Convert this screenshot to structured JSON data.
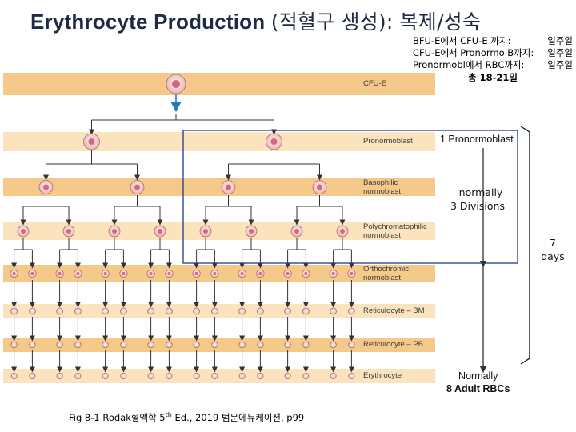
{
  "title": {
    "english": "Erythrocyte Production",
    "korean": "(적혈구 생성): 복제/성숙"
  },
  "notes": {
    "rows": [
      {
        "label": "BFU-E에서 CFU-E 까지:",
        "value": "일주일"
      },
      {
        "label": "CFU-E에서 Pronormo B까지:",
        "value": "일주일"
      },
      {
        "label": "Pronormobl에서 RBC까지:",
        "value": "일주일"
      }
    ],
    "total": "총 18-21일"
  },
  "stages": [
    {
      "label": "CFU-E"
    },
    {
      "label": "Pronormoblast"
    },
    {
      "label": "Basophilic normoblast"
    },
    {
      "label": "Polychromatophilic normoblast"
    },
    {
      "label": "Orthochromic normoblast"
    },
    {
      "label": "Reticulocyte – BM"
    },
    {
      "label": "Reticulocyte – PB"
    },
    {
      "label": "Erythrocyte"
    }
  ],
  "annotations": {
    "pronormoblast_count": "1 Pronormoblast",
    "divisions_line1": "normally",
    "divisions_line2": "3 Divisions",
    "days_line1": "7",
    "days_line2": "days",
    "result_line1": "Normally",
    "result_line2": "8 Adult RBCs"
  },
  "caption": {
    "prefix": "Fig 8-1 Rodak혈액학 5",
    "sup": "th",
    "suffix": " Ed., 2019 범문에듀케이션, p99"
  },
  "colors": {
    "title": "#1f2a44",
    "band": "#f5c98a",
    "band_light": "#fbe3bd",
    "tree_line": "#333333",
    "arrow_blue": "#1b7fc2",
    "box": "#1f3a8a",
    "cell_core": "#d0506a"
  }
}
